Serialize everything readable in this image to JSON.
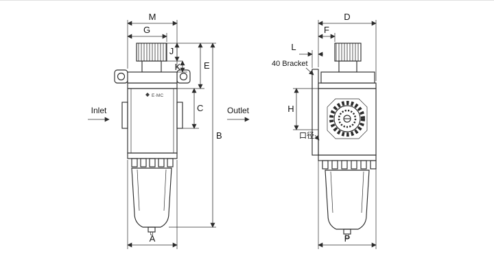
{
  "colors": {
    "ink": "#2b2b2b",
    "background": "#ffffff"
  },
  "drawing": {
    "type": "technical dimension drawing, pneumatic lubricator, two orthographic views",
    "front_view": {
      "dim_m": "M",
      "dim_g": "G",
      "dim_j": "J",
      "dim_k": "K",
      "dim_e": "E",
      "dim_c": "C",
      "dim_b": "B",
      "dim_a": "A",
      "inlet_label": "Inlet",
      "outlet_label": "Outlet",
      "logo_text": "E·MC"
    },
    "side_view": {
      "dim_d": "D",
      "dim_f": "F",
      "dim_l": "L",
      "dim_h": "H",
      "dim_p": "P",
      "bracket_label": "40 Bracket",
      "port_label": "口径"
    }
  }
}
